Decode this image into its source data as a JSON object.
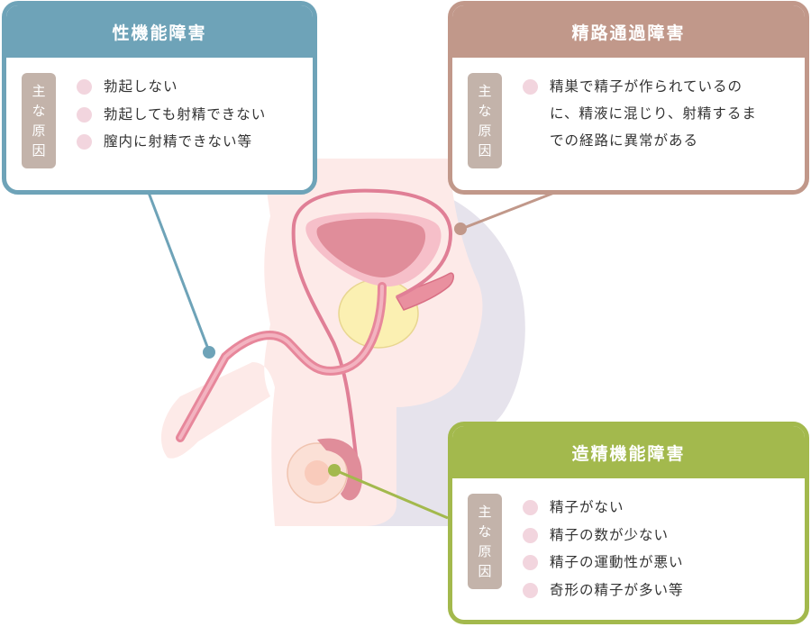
{
  "colors": {
    "blue": "#6ea3b8",
    "brown": "#c1988a",
    "green": "#a3b94d",
    "tag": "#c3b3aa",
    "bullet": "#f2d5de"
  },
  "reason_tag": [
    "主",
    "な",
    "原",
    "因"
  ],
  "cards": {
    "sexual_dysfunction": {
      "title": "性機能障害",
      "items": [
        "勃起しない",
        "勃起しても射精できない",
        "膣内に射精できない等"
      ]
    },
    "seminal_duct": {
      "title": "精路通過障害",
      "lines": [
        "精巣で精子が作られているの",
        "に、精液に混じり、射精するま",
        "での経路に異常がある"
      ]
    },
    "spermatogenesis": {
      "title": "造精機能障害",
      "items": [
        "精子がない",
        "精子の数が少ない",
        "精子の運動性が悪い",
        "奇形の精子が多い等"
      ]
    }
  },
  "diagram": {
    "type": "male reproductive anatomy",
    "pointers": [
      "sexual_dysfunction",
      "seminal_duct",
      "spermatogenesis"
    ]
  }
}
